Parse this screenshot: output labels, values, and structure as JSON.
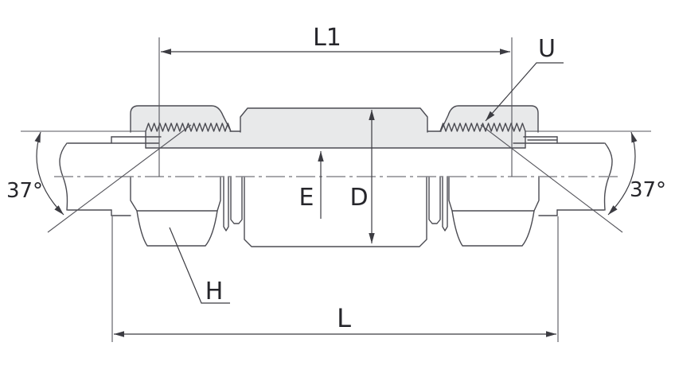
{
  "drawing": {
    "labels": {
      "l1": "L1",
      "u": "U",
      "angle_left": "37°",
      "angle_right": "37°",
      "e": "E",
      "d": "D",
      "h": "H",
      "l": "L"
    },
    "colors": {
      "outline": "#4b4b52",
      "section_fill": "#e8e9ea",
      "annotation": "#3c3c42",
      "text": "#26262b",
      "centerline": "#8b8b90",
      "background": "#ffffff"
    }
  }
}
